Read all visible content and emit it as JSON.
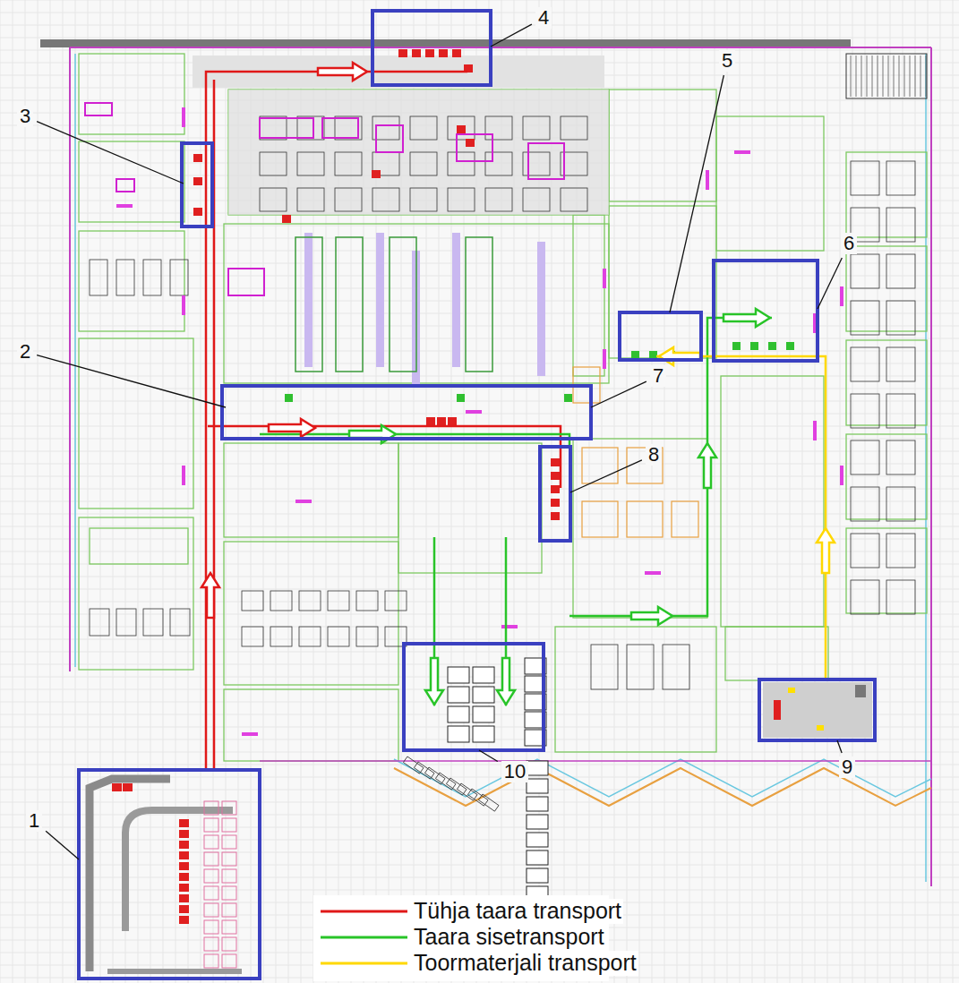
{
  "diagram": {
    "labels": [
      "4",
      "5",
      "3",
      "6",
      "2",
      "7",
      "8",
      "10",
      "9",
      "1"
    ],
    "legend": [
      {
        "text": "Tühja taara transport"
      },
      {
        "text": "Taara sisetransport"
      },
      {
        "text": "Toormaterjali transport"
      }
    ]
  }
}
